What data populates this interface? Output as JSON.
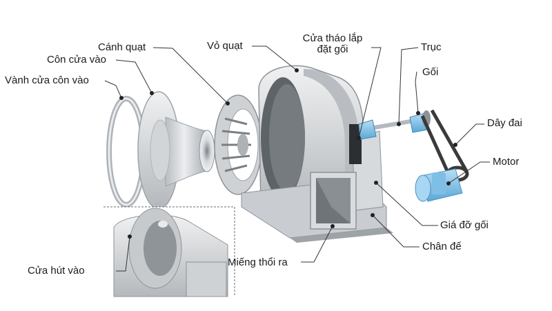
{
  "labels": {
    "vanh_cua_con_vao": "Vành cửa côn vào",
    "con_cua_vao": "Côn cửa vào",
    "canh_quat": "Cánh quạt",
    "vo_quat": "Vỏ quạt",
    "cua_thao_lap_line1": "Cửa tháo lắp",
    "cua_thao_lap_line2": "đặt gối",
    "truc": "Trục",
    "goi": "Gối",
    "day_dai": "Dây đai",
    "motor": "Motor",
    "gia_do_goi": "Giá đỡ gối",
    "chan_de": "Chân đế",
    "mieng_thoi_ra": "Miếng thổi ra",
    "cua_hut_vao": "Cửa hút vào"
  },
  "colors": {
    "metal_light": "#e4e6e8",
    "metal_mid": "#c3c7cb",
    "metal_dark": "#8d9297",
    "shadow": "#4a4e52",
    "bearing_blue": "#6cb4de",
    "motor_blue": "#8fc9ee",
    "belt": "#3a3a3a",
    "leader": "#333333"
  }
}
